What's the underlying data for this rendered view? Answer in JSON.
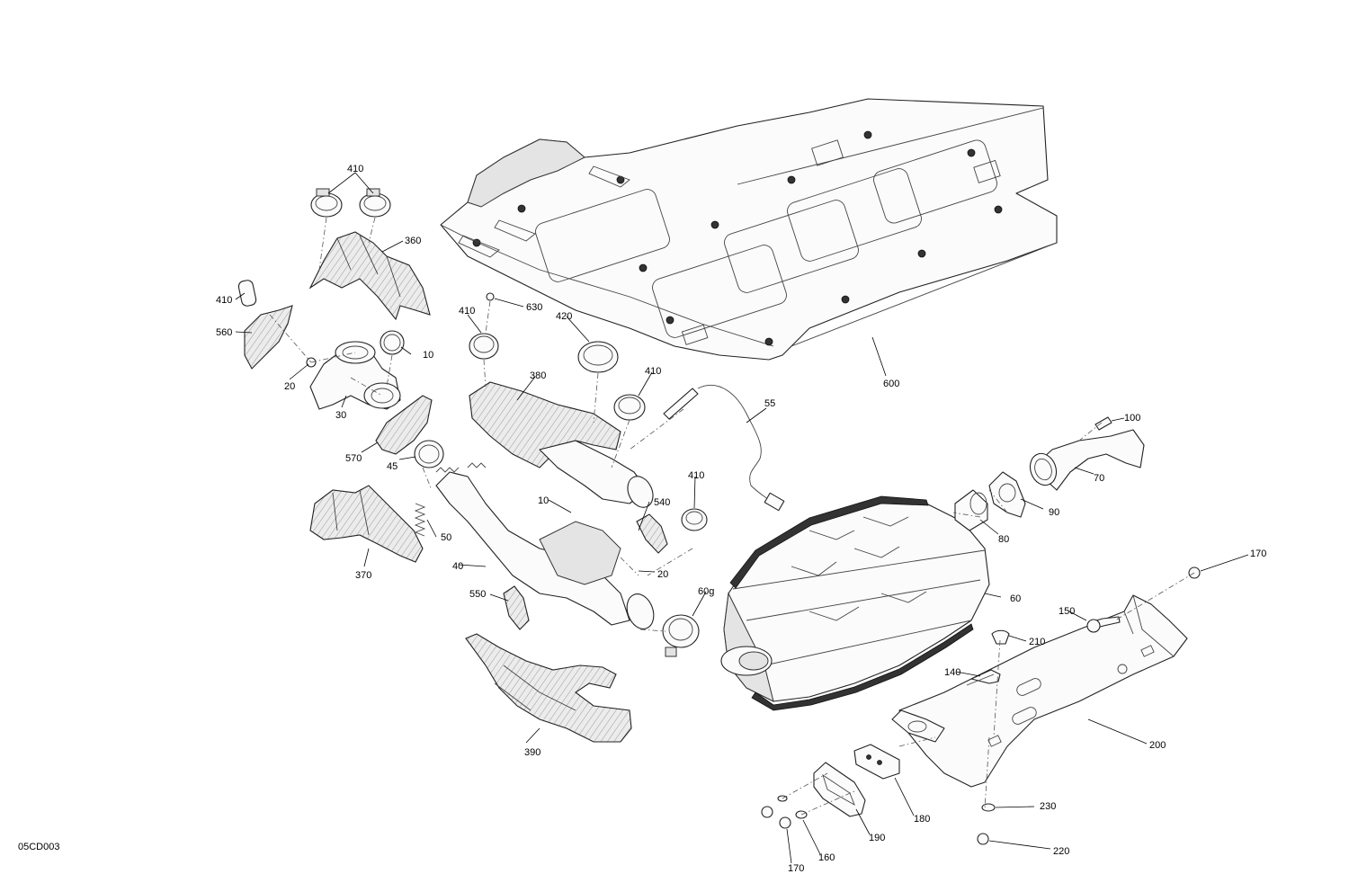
{
  "diagram_code": "05CD003",
  "callouts": {
    "c410a": "410",
    "c360": "360",
    "c410b": "410",
    "c560": "560",
    "c20a": "20",
    "c30": "30",
    "c10a": "10",
    "c570": "570",
    "c45": "45",
    "c630": "630",
    "c410c": "410",
    "c420": "420",
    "c380": "380",
    "c410d": "410",
    "c55": "55",
    "c600": "600",
    "c100": "100",
    "c70": "70",
    "c90": "90",
    "c80": "80",
    "c370": "370",
    "c50": "50",
    "c40": "40",
    "c10b": "10",
    "c540": "540",
    "c410e": "410",
    "c20b": "20",
    "c550": "550",
    "c60g": "60g",
    "c60": "60",
    "c390": "390",
    "c170a": "170",
    "c150": "150",
    "c210": "210",
    "c140": "140",
    "c200": "200",
    "c180": "180",
    "c190": "190",
    "c230": "230",
    "c160": "160",
    "c170b": "170",
    "c220": "220"
  },
  "colors": {
    "line": "#222222",
    "fill": "#fbfbfb",
    "shade": "#e4e4e4"
  }
}
